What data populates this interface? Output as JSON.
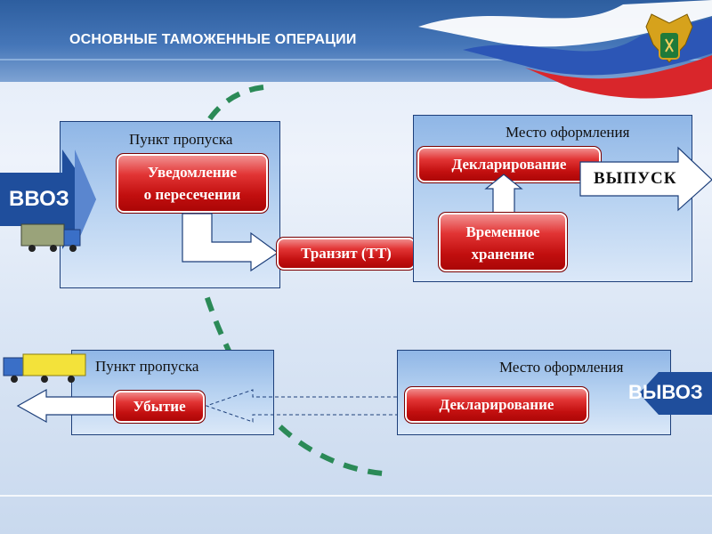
{
  "slide": {
    "title": "ОСНОВНЫЕ ТАМОЖЕННЫЕ ОПЕРАЦИИ"
  },
  "import_section": {
    "side_label": "ВВОЗ",
    "checkpoint": {
      "label": "Пункт пропуска",
      "action_line1": "Уведомление",
      "action_line2": "о пересечении"
    },
    "transit": "Транзит (ТТ)",
    "clearance": {
      "label": "Место оформления",
      "declaration": "Декларирование",
      "storage_line1": "Временное",
      "storage_line2": "хранение"
    },
    "release": "ВЫПУСК"
  },
  "export_section": {
    "side_label": "ВЫВОЗ",
    "checkpoint": {
      "label": "Пункт пропуска",
      "action": "Убытие"
    },
    "clearance": {
      "label": "Место оформления",
      "declaration": "Декларирование"
    }
  },
  "colors": {
    "header": "#2d5e9f",
    "box_fill": "#b7d2f1",
    "pill_red": "#c20f0f",
    "cycle_green": "#2b8a57",
    "side_arrow_blue": "#1f4e9c"
  },
  "icons": [
    "coat-of-arms-icon",
    "truck-icon",
    "truck-icon"
  ]
}
